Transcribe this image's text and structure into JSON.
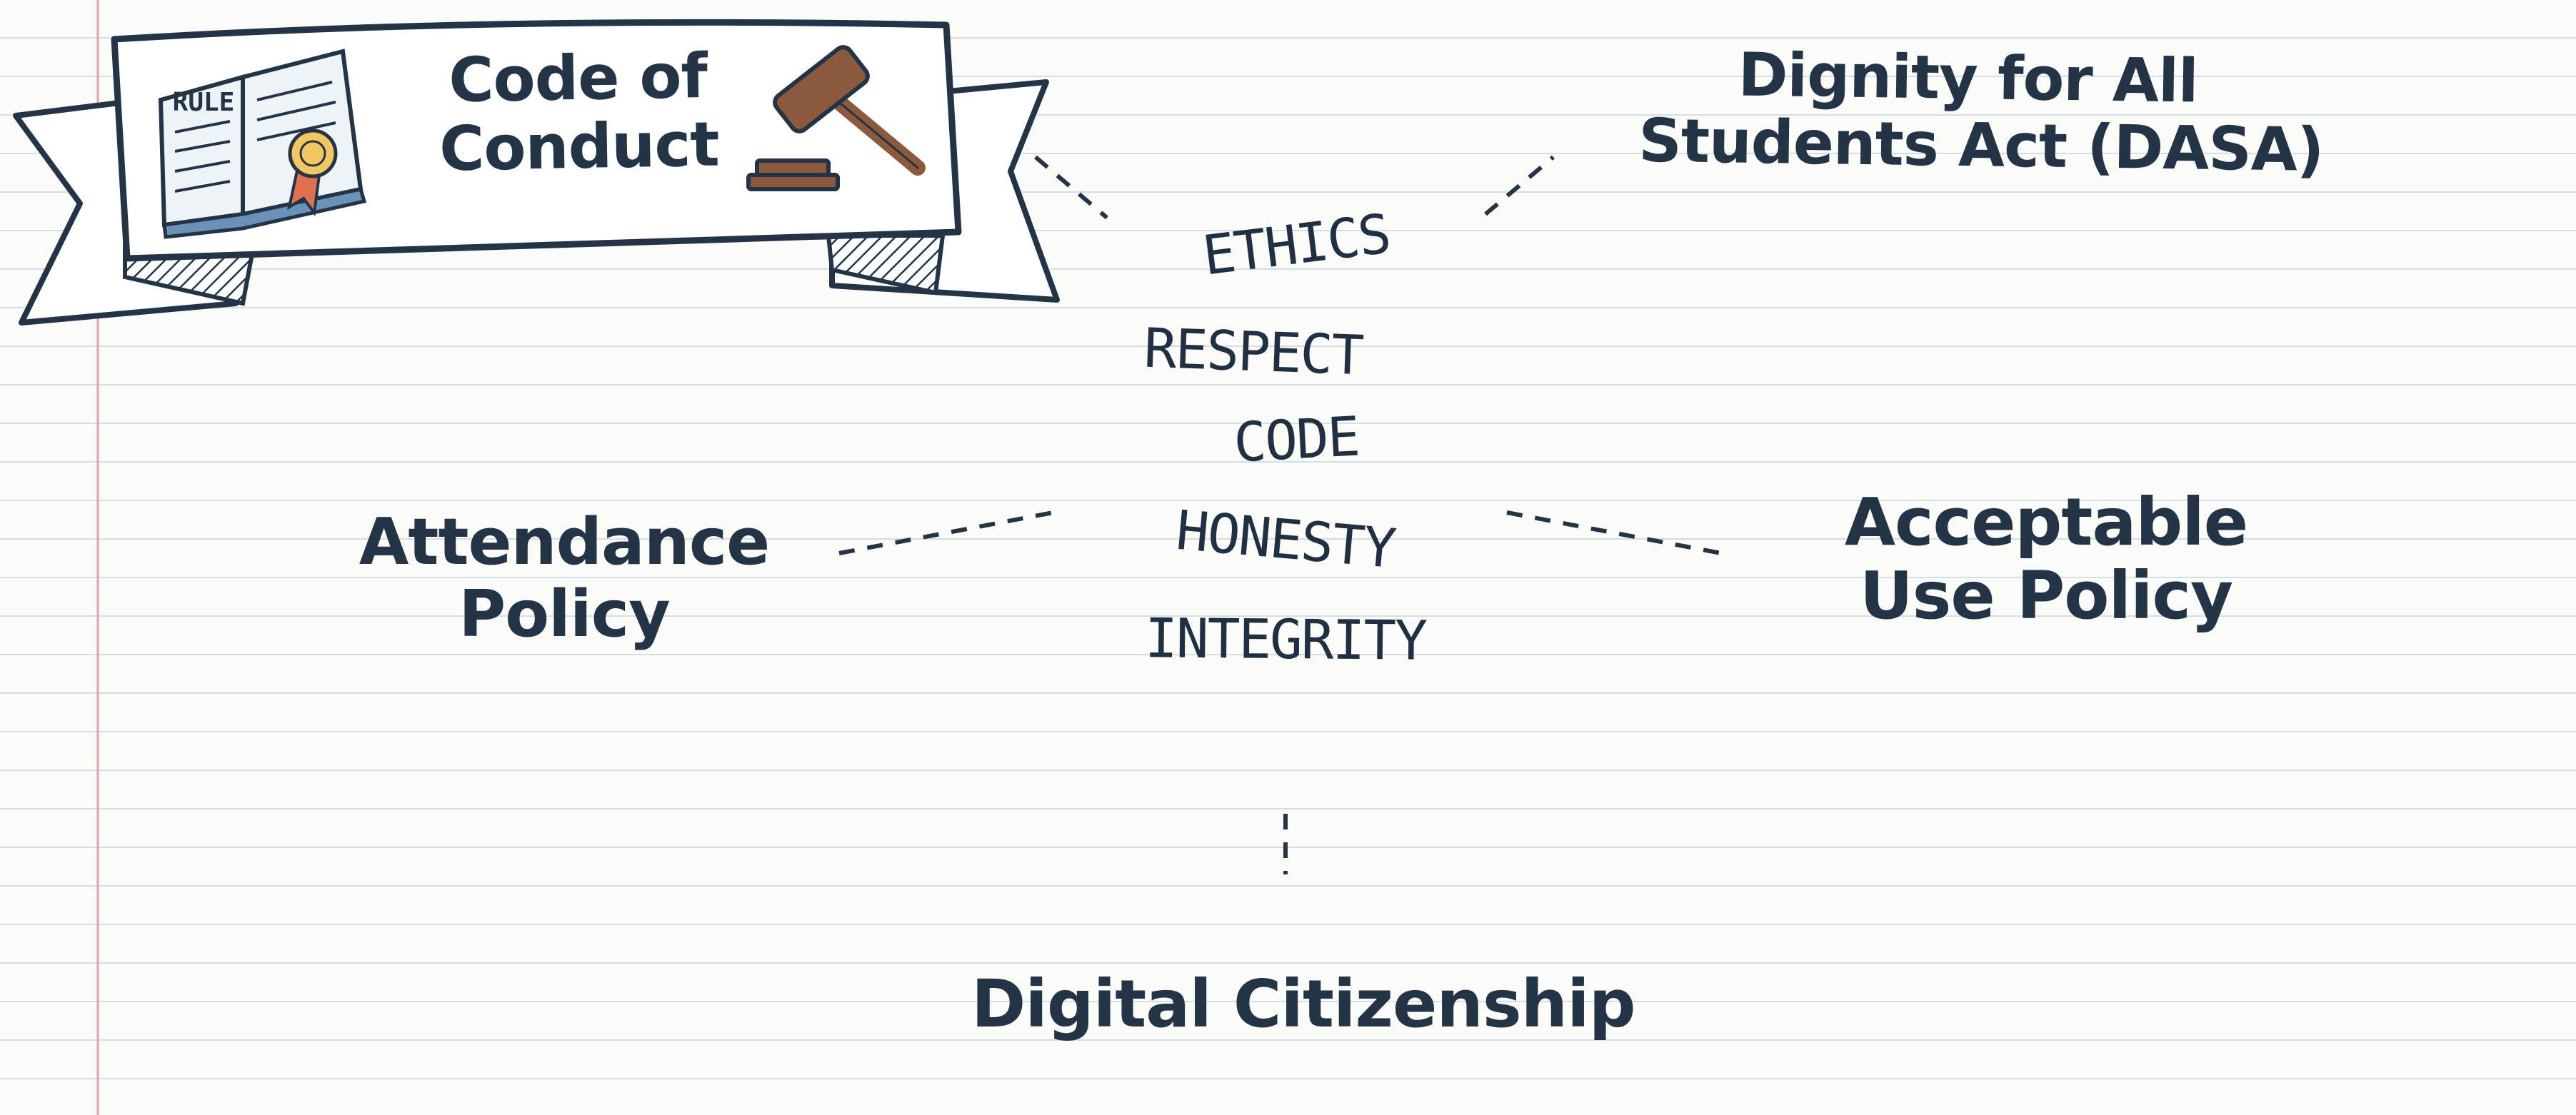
{
  "colors": {
    "ink": "#233447",
    "paper": "#fbfbf8",
    "rule_line": "#d5dee6",
    "margin_line": "#e8a3a3",
    "accent_orange": "#e0714f",
    "accent_blue": "#5d93c4",
    "accent_green": "#3f9d6e",
    "wood": "#8b5a3c"
  },
  "banners": {
    "code_of_conduct": {
      "line1": "Code of",
      "line2": "Conduct",
      "rule_tag": "RULE",
      "icons": [
        "rule-book-icon",
        "ribbon-seal-icon",
        "gavel-icon"
      ]
    },
    "dasa": {
      "line1": "Dignity for All",
      "line2": "Students Act (DASA)",
      "icons": [
        "student-avatar-icon",
        "shield-icon",
        "handshake-icon"
      ]
    },
    "digital_citizenship": {
      "label": "Digital Citizenship",
      "icons": [
        "globe-icon",
        "cursor-icon",
        "chat-bubble-icon",
        "thumbs-up-icon"
      ]
    }
  },
  "bubbles": {
    "attendance": {
      "line1": "Attendance",
      "line2": "Policy",
      "icons": [
        "clock-icon",
        "calendar-check-icon"
      ]
    },
    "acceptable_use": {
      "line1": "Acceptable",
      "line2": "Use Policy",
      "icons": [
        "tablet-check-icon",
        "wifi-icon"
      ]
    }
  },
  "signpost": {
    "boards": [
      {
        "label": "ETHICS",
        "direction": "right"
      },
      {
        "label": "RESPECT",
        "direction": "left"
      },
      {
        "label": "CODE",
        "direction": "right"
      },
      {
        "label": "HONESTY",
        "direction": "left"
      },
      {
        "label": "INTEGRITY",
        "direction": "right"
      }
    ]
  },
  "decorations": [
    "star-icon",
    "gear-icon",
    "pencil-icon",
    "notebook-icon"
  ]
}
